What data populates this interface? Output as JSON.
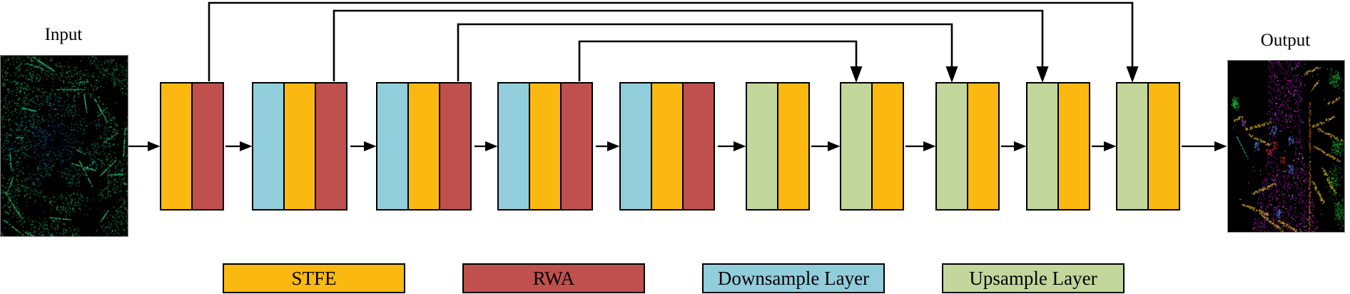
{
  "labels": {
    "input": "Input",
    "output": "Output"
  },
  "colors": {
    "stfe": "#FBB811",
    "rwa": "#C0504D",
    "downsample": "#92CDDC",
    "upsample": "#C3D69B",
    "line": "#000000",
    "background": "#FFFFFF"
  },
  "blocks": [
    {
      "id": 1,
      "bars": [
        "stfe",
        "rwa"
      ]
    },
    {
      "id": 2,
      "bars": [
        "downsample",
        "stfe",
        "rwa"
      ]
    },
    {
      "id": 3,
      "bars": [
        "downsample",
        "stfe",
        "rwa"
      ]
    },
    {
      "id": 4,
      "bars": [
        "downsample",
        "stfe",
        "rwa"
      ]
    },
    {
      "id": 5,
      "bars": [
        "downsample",
        "stfe",
        "rwa"
      ]
    },
    {
      "id": 6,
      "bars": [
        "upsample",
        "stfe"
      ]
    },
    {
      "id": 7,
      "bars": [
        "upsample",
        "stfe"
      ]
    },
    {
      "id": 8,
      "bars": [
        "upsample",
        "stfe"
      ]
    },
    {
      "id": 9,
      "bars": [
        "upsample",
        "stfe"
      ]
    },
    {
      "id": 10,
      "bars": [
        "upsample",
        "stfe"
      ]
    }
  ],
  "skip_connections": [
    {
      "from_block": 1,
      "to_block": 10
    },
    {
      "from_block": 2,
      "to_block": 9
    },
    {
      "from_block": 3,
      "to_block": 8
    },
    {
      "from_block": 4,
      "to_block": 7
    }
  ],
  "legend": [
    {
      "label": "STFE",
      "color": "stfe"
    },
    {
      "label": "RWA",
      "color": "rwa"
    },
    {
      "label": "Downsample Layer",
      "color": "downsample"
    },
    {
      "label": "Upsample Layer",
      "color": "upsample"
    }
  ]
}
